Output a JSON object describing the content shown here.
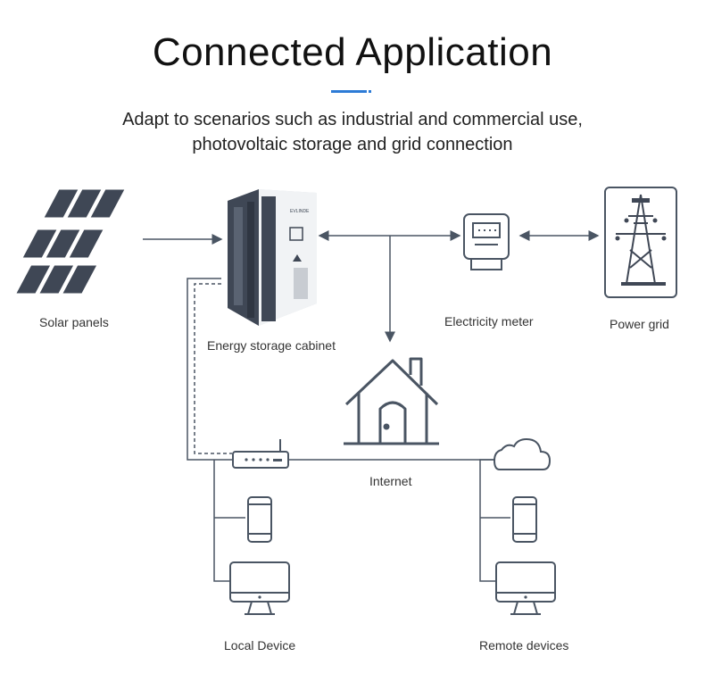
{
  "header": {
    "title": "Connected Application",
    "subtitle_line1": "Adapt to scenarios such as industrial and commercial use,",
    "subtitle_line2": "photovoltaic storage and grid connection"
  },
  "nodes": {
    "solar": "Solar panels",
    "cabinet": "Energy storage cabinet",
    "meter": "Electricity meter",
    "grid": "Power grid",
    "internet": "Internet",
    "local": "Local Device",
    "remote": "Remote devices"
  },
  "cabinet_brand": "EVLINDE",
  "colors": {
    "line": "#4a5563",
    "accent": "#2d7bd6",
    "dark": "#3f4755"
  }
}
